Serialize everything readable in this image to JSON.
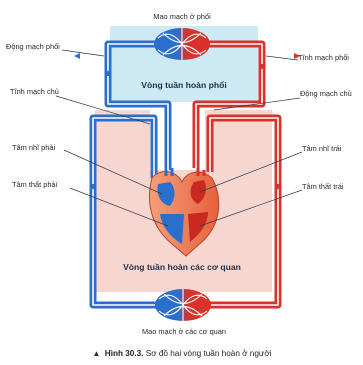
{
  "labels": {
    "top_capillary": "Mao mạch ở phổi",
    "pulmonary_artery": "Động mạch phổi",
    "pulmonary_vein": "Tĩnh mạch phổi",
    "vena_cava": "Tĩnh mạch chủ",
    "aorta": "Động mạch chủ",
    "right_atrium": "Tâm nhĩ phải",
    "left_atrium": "Tâm nhĩ trái",
    "right_ventricle": "Tâm thất phải",
    "left_ventricle": "Tâm thất trái",
    "bottom_capillary": "Mao mạch ở các cơ quan"
  },
  "regions": {
    "pulmonary_circulation": "Vòng tuần hoàn phổi",
    "systemic_circulation": "Vòng tuần hoàn các cơ quan"
  },
  "caption": {
    "marker": "▲",
    "figure_number": "Hình 30.3.",
    "text": " Sơ đồ hai vòng tuần hoàn ở người"
  },
  "colors": {
    "oxygen_poor_blood": "#2b6fcc",
    "oxygen_rich_blood": "#d9322b",
    "pulmonary_region": "#cde9f4",
    "systemic_region": "#f7d6cf"
  }
}
